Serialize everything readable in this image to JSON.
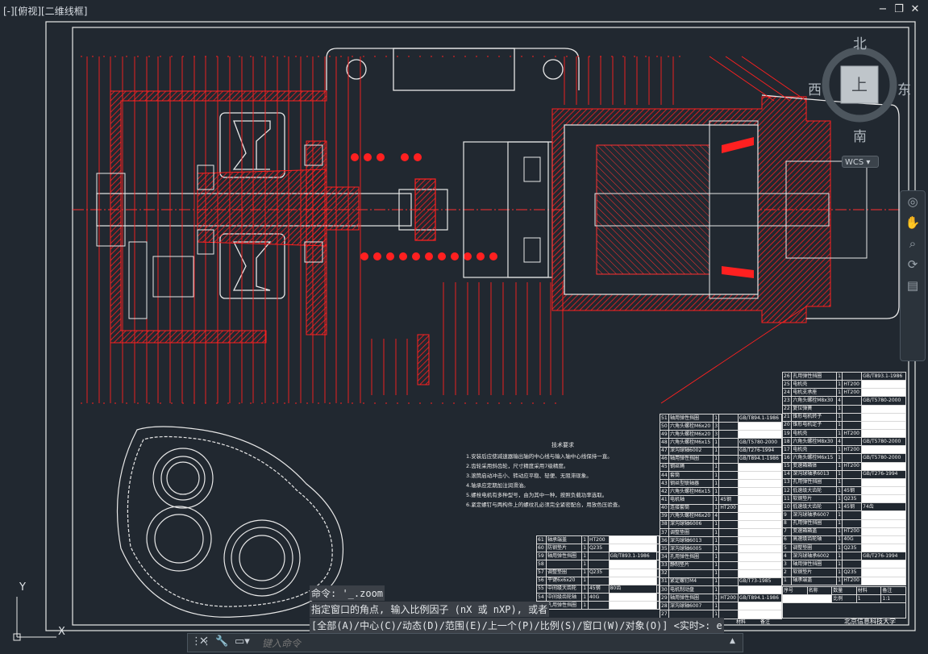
{
  "viewport": {
    "label": "[-][俯视][二维线框]"
  },
  "window_controls": {
    "minimize": "−",
    "restore": "❐",
    "close": "✕"
  },
  "viewcube": {
    "north": "北",
    "south": "南",
    "east": "东",
    "west": "西",
    "face": "上",
    "wcs": "WCS"
  },
  "navbar": {
    "icons": [
      "steering-wheel-icon",
      "pan-icon",
      "zoom-icon",
      "orbit-icon",
      "showmotion-icon"
    ]
  },
  "ucs": {
    "x": "X",
    "y": "Y"
  },
  "command_history": [
    "命令: '_.zoom",
    "指定窗口的角点, 输入比例因子 (nX 或 nXP), 或者",
    "[全部(A)/中心(C)/动态(D)/范围(E)/上一个(P)/比例(S)/窗口(W)/对象(O)] <实时>:  e"
  ],
  "command_bar": {
    "close": "✕",
    "settings": "🔧",
    "placeholder": "键入命令"
  },
  "tech_notes": {
    "title": "技术要求",
    "items": [
      "1.安装后应使减速器输出轴的中心线与输入轴中心线保持一直。",
      "2.齿轮采用斜齿轮，尺寸精度采用7级精度。",
      "3.滚筒启动冲击小、转动应平稳、轻便、无阻滞现象。",
      "4.轴承应定期加注润滑油。",
      "5.螺栓电机有多种型号，由为其中一种，按照负载功率选取。",
      "6.紧定螺钉与两构件上的螺纹孔必须完全紧密配合，用放色压验查。"
    ]
  },
  "bom_left": [
    [
      "61",
      "轴承端盖",
      "1",
      "HT200",
      "",
      ""
    ],
    [
      "60",
      "防钢垫片",
      "1",
      "Q235",
      "",
      ""
    ],
    [
      "59",
      "轴用弹性挡圈",
      "1",
      "",
      "GB/T893.1-1986",
      ""
    ],
    [
      "58",
      "",
      "1",
      "",
      "",
      ""
    ],
    [
      "57",
      "调整垫圈",
      "1",
      "Q235",
      "",
      ""
    ],
    [
      "56",
      "平键6x6x20",
      "1",
      "",
      "",
      ""
    ],
    [
      "55",
      "中间级大齿轮",
      "1",
      "45钢",
      "80齿",
      ""
    ],
    [
      "54",
      "中间级齿轮轴",
      "1",
      "40G",
      "",
      ""
    ],
    [
      "53",
      "孔用弹性挡圈",
      "1",
      "",
      "",
      ""
    ]
  ],
  "bom_mid": [
    [
      "51",
      "轴用弹性挡圈",
      "1",
      "",
      "GB/T894.1-1986"
    ],
    [
      "50",
      "六角头螺栓M6x20",
      "3",
      "",
      ""
    ],
    [
      "49",
      "六角头螺栓M6x20",
      "3",
      "",
      ""
    ],
    [
      "48",
      "六角头螺栓M6x15",
      "1",
      "",
      "GB/T5780-2000"
    ],
    [
      "47",
      "深沟球轴6002",
      "1",
      "",
      "GB/T276-1994"
    ],
    [
      "46",
      "轴用弹性挡圈",
      "1",
      "",
      "GB/T894.1-1986"
    ],
    [
      "45",
      "钢丝绳",
      "1",
      "",
      ""
    ],
    [
      "44",
      "套筒",
      "1",
      "",
      ""
    ],
    [
      "43",
      "钢丝型联轴器",
      "1",
      "",
      ""
    ],
    [
      "42",
      "六角头螺栓M6x15",
      "1",
      "",
      ""
    ],
    [
      "41",
      "电机轴",
      "1",
      "45钢",
      ""
    ],
    [
      "40",
      "连接套筒",
      "1",
      "HT200",
      ""
    ],
    [
      "39",
      "六角头螺栓M6x20",
      "4",
      "",
      ""
    ],
    [
      "38",
      "深沟球轴6006",
      "1",
      "",
      ""
    ],
    [
      "37",
      "调整垫圈",
      "1",
      "",
      ""
    ],
    [
      "36",
      "深沟球轴6013",
      "1",
      "",
      ""
    ],
    [
      "35",
      "深沟球轴6005",
      "1",
      "",
      ""
    ],
    [
      "34",
      "孔用弹性挡圈",
      "1",
      "",
      ""
    ],
    [
      "33",
      "静制垫片",
      "1",
      "",
      ""
    ],
    [
      "32",
      "",
      "1",
      "",
      ""
    ],
    [
      "31",
      "紧定螺钉M4",
      "1",
      "",
      "GB/T73-1985"
    ],
    [
      "30",
      "电机制动盘",
      "1",
      "",
      ""
    ],
    [
      "29",
      "轴用弹性挡圈",
      "1",
      "HT200",
      "GB/T894.1-1986"
    ],
    [
      "28",
      "深沟球轴6007",
      "1",
      "",
      ""
    ],
    [
      "27",
      "",
      "1",
      "",
      ""
    ]
  ],
  "bom_right": [
    [
      "26",
      "孔用弹性挡圈",
      "1",
      "",
      "GB/T893.1-1986"
    ],
    [
      "25",
      "电机壳",
      "1",
      "HT200",
      ""
    ],
    [
      "24",
      "电机支承座",
      "1",
      "HT200",
      ""
    ],
    [
      "23",
      "六角头螺栓M8x30",
      "4",
      "",
      "GB/T5780-2000"
    ],
    [
      "22",
      "复位弹簧",
      "1",
      "",
      ""
    ],
    [
      "21",
      "锥形电机转子",
      "1",
      "",
      ""
    ],
    [
      "20",
      "锥形电机定子",
      "1",
      "",
      ""
    ],
    [
      "19",
      "电机壳",
      "1",
      "HT200",
      ""
    ],
    [
      "18",
      "六角头螺栓M8x30",
      "4",
      "",
      "GB/T5780-2000"
    ],
    [
      "17",
      "电机壳",
      "1",
      "HT200",
      ""
    ],
    [
      "16",
      "六角头螺栓M6x15",
      "1",
      "",
      "GB/T5780-2000"
    ],
    [
      "15",
      "变速箱箱体",
      "1",
      "HT200",
      ""
    ],
    [
      "14",
      "深沟球轴承6013",
      "1",
      "",
      "GB/T276-1994"
    ],
    [
      "13",
      "孔用弹性挡圈",
      "1",
      "",
      ""
    ],
    [
      "12",
      "低速级大齿轮",
      "1",
      "45钢",
      ""
    ],
    [
      "11",
      "软钢垫片",
      "1",
      "Q235",
      ""
    ],
    [
      "10",
      "低速级大齿轮",
      "1",
      "45钢",
      "74齿"
    ],
    [
      "9",
      "深沟球轴承6007",
      "1",
      "",
      ""
    ],
    [
      "8",
      "孔用弹性挡圈",
      "1",
      "",
      ""
    ],
    [
      "7",
      "变速箱箱盖",
      "1",
      "HT200",
      ""
    ],
    [
      "6",
      "高速级齿轮轴",
      "1",
      "40G",
      ""
    ],
    [
      "5",
      "调整垫圈",
      "1",
      "Q235",
      ""
    ],
    [
      "4",
      "深沟球轴承6002",
      "1",
      "",
      "GB/T276-1994"
    ],
    [
      "3",
      "轴用弹性挡圈",
      "1",
      "",
      ""
    ],
    [
      "2",
      "软钢垫片",
      "1",
      "Q235",
      ""
    ],
    [
      "1",
      "轴承端盖",
      "1",
      "HT200",
      ""
    ]
  ],
  "bom_footer": {
    "col_seq": "序号",
    "col_name": "名称",
    "col_qty": "数量",
    "col_mat": "材料",
    "col_note": "备注",
    "scale_label": "比例",
    "scale": "1:1",
    "qty_total": "1",
    "mat_label": "材料",
    "note_label": "备注",
    "school": "北京信息科技大学"
  }
}
